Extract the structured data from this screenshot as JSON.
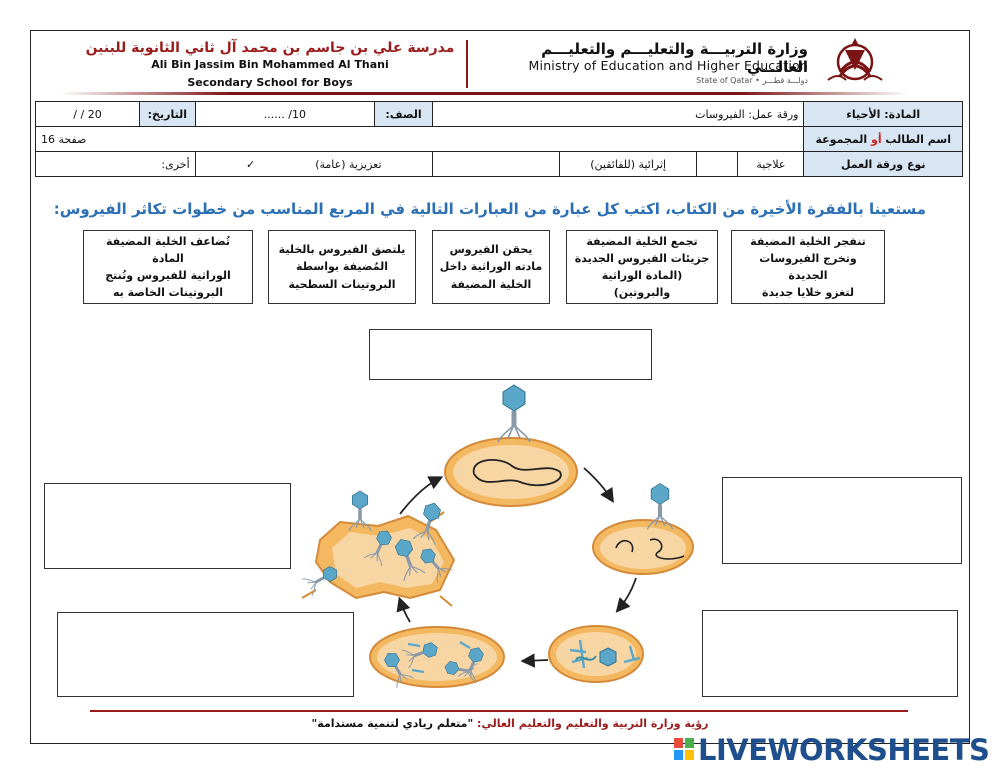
{
  "header": {
    "school_name_ar": "مدرسة علي بن جاسم بن محمد آل ثاني الثانوية للبنين",
    "school_name_en_line1": "Ali Bin Jassim Bin Mohammed Al Thani",
    "school_name_en_line2": "Secondary School for Boys",
    "ministry_ar": "وزارة التربيـــة والتعليـــم والتعليـــم العالـــي",
    "ministry_en": "Ministry of Education and Higher Education",
    "state": "State of Qatar • دولـــة قطـــر"
  },
  "info": {
    "subject_label": "المادة: الأحياء",
    "worksheet_title": "ورقة عمل: الفيروسات",
    "class_label": "الصف:",
    "class_value": "10/ ......",
    "date_label": "التاريخ:",
    "date_value": "20 / /",
    "student_label_part1": "اسم الطالب ",
    "student_label_or": "أو",
    "student_label_part2": " المجموعة",
    "page_ref": "صفحة 16",
    "type_label": "نوع ورقة العمل",
    "type_remedial": "علاجية",
    "type_enrichment": "إثرائية (للفائقين)",
    "type_reinforcement": "تعزيزية (عامة)",
    "type_reinforcement_check": "✓",
    "type_other": "أخرى:"
  },
  "instruction": "مستعينا بالفقرة الأخيرة من الكتاب، اكتب كل عبارة من العبارات التالية في المربع المناسب من خطوات تكاثر الفيروس:",
  "steps": [
    {
      "line1": "تنفجر الخلية المضيفة",
      "line2": "وتخرج الفيروسات الجديدة",
      "line3": "لتغزو خلايا جديدة"
    },
    {
      "line1": "تجمع الخلية المضيفة",
      "line2": "جزيئات الفيروس الجديدة",
      "line3": "(المادة الوراثية والبروتين)"
    },
    {
      "line1": "يحقن الفيروس",
      "line2": "مادته الوراثية داخل",
      "line3": "الخلية المضيفة"
    },
    {
      "line1": "يلتصق الفيروس بالخلية",
      "line2": "المُضيفة بواسطة",
      "line3": "البروتينات السطحية"
    },
    {
      "line1": "تُضاعف الخلية المضيفة المادة",
      "line2": "الوراثية للفيروس وتُنتج",
      "line3": "البروتينات الخاصة به"
    }
  ],
  "colors": {
    "cell_fill": "#f3b860",
    "cell_inner": "#f8d6a4",
    "virus_head": "#5ba7c9",
    "virus_tail": "#8a99a8",
    "arrow": "#222222",
    "instruction": "#2b6fb5",
    "label_bg": "#d8e5f3",
    "accent_red": "#9b1c1c"
  },
  "footer": {
    "vision_label": "رؤية وزارة التربية والتعليم والتعليم العالي:",
    "vision_quote": "\"متعلم ريادي لتنمية مستدامة\"",
    "brand": "LIVEWORKSHEETS"
  }
}
